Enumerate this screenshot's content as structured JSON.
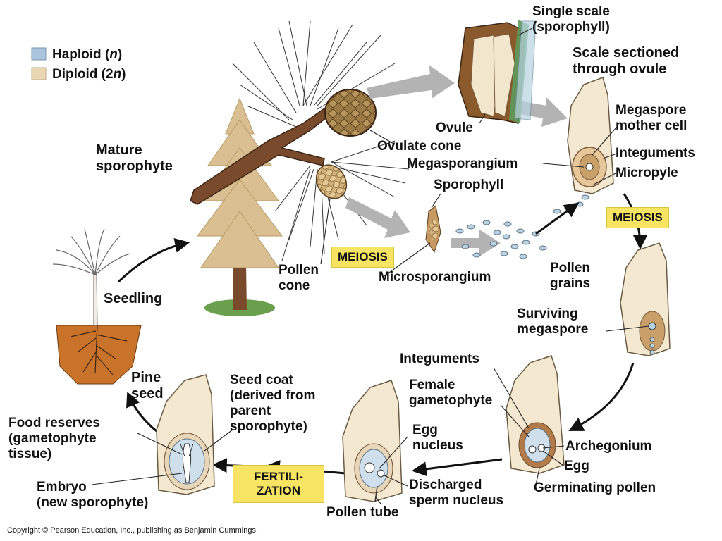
{
  "legend": {
    "items": [
      {
        "label_main": "Haploid (",
        "label_italic": "n",
        "label_end": ")",
        "color": "#a9c4dc"
      },
      {
        "label_main": "Diploid (2",
        "label_italic": "n",
        "label_end": ")",
        "color": "#ead7b4"
      }
    ]
  },
  "labels": {
    "single_scale_1": "Single scale",
    "single_scale_2": "(sporophyll)",
    "scale_sectioned_1": "Scale sectioned",
    "scale_sectioned_2": "through ovule",
    "megaspore_mother_1": "Megaspore",
    "megaspore_mother_2": "mother cell",
    "integuments_top": "Integuments",
    "micropyle": "Micropyle",
    "ovule": "Ovule",
    "ovulate_cone": "Ovulate cone",
    "megasporangium": "Megasporangium",
    "mature_sporophyte_1": "Mature",
    "mature_sporophyte_2": "sporophyte",
    "sporophyll": "Sporophyll",
    "meiosis_left": "MEIOSIS",
    "meiosis_right": "MEIOSIS",
    "pollen_cone_1": "Pollen",
    "pollen_cone_2": "cone",
    "microsporangium": "Microsporangium",
    "pollen_grains_1": "Pollen",
    "pollen_grains_2": "grains",
    "seedling": "Seedling",
    "surviving_megaspore_1": "Surviving",
    "surviving_megaspore_2": "megaspore",
    "integuments_bottom": "Integuments",
    "female_gametophyte_1": "Female",
    "female_gametophyte_2": "gametophyte",
    "archegonium": "Archegonium",
    "egg": "Egg",
    "germinating_pollen": "Germinating pollen",
    "pine_seed_1": "Pine",
    "pine_seed_2": "seed",
    "seed_coat_1": "Seed coat",
    "seed_coat_2": "(derived from",
    "seed_coat_3": "parent",
    "seed_coat_4": "sporophyte)",
    "egg_nucleus_1": "Egg",
    "egg_nucleus_2": "nucleus",
    "discharged_1": "Discharged",
    "discharged_2": "sperm nucleus",
    "pollen_tube": "Pollen tube",
    "food_reserves_1": "Food reserves",
    "food_reserves_2": "(gametophyte",
    "food_reserves_3": "tissue)",
    "embryo_1": "Embryo",
    "embryo_2": "(new sporophyte)",
    "fertilization_1": "FERTILI-",
    "fertilization_2": "ZATION",
    "copyright": "Copyright © Pearson Education, Inc., publishing as Benjamin Cummings."
  },
  "colors": {
    "haploid": "#a9c4dc",
    "diploid": "#ead7b4",
    "highlight_box": "#f7e463",
    "arrow_gray": "#b3b3b3",
    "branch": "#7a4a2c",
    "soil": "#c9732a",
    "foliage": "#d9bf92"
  }
}
